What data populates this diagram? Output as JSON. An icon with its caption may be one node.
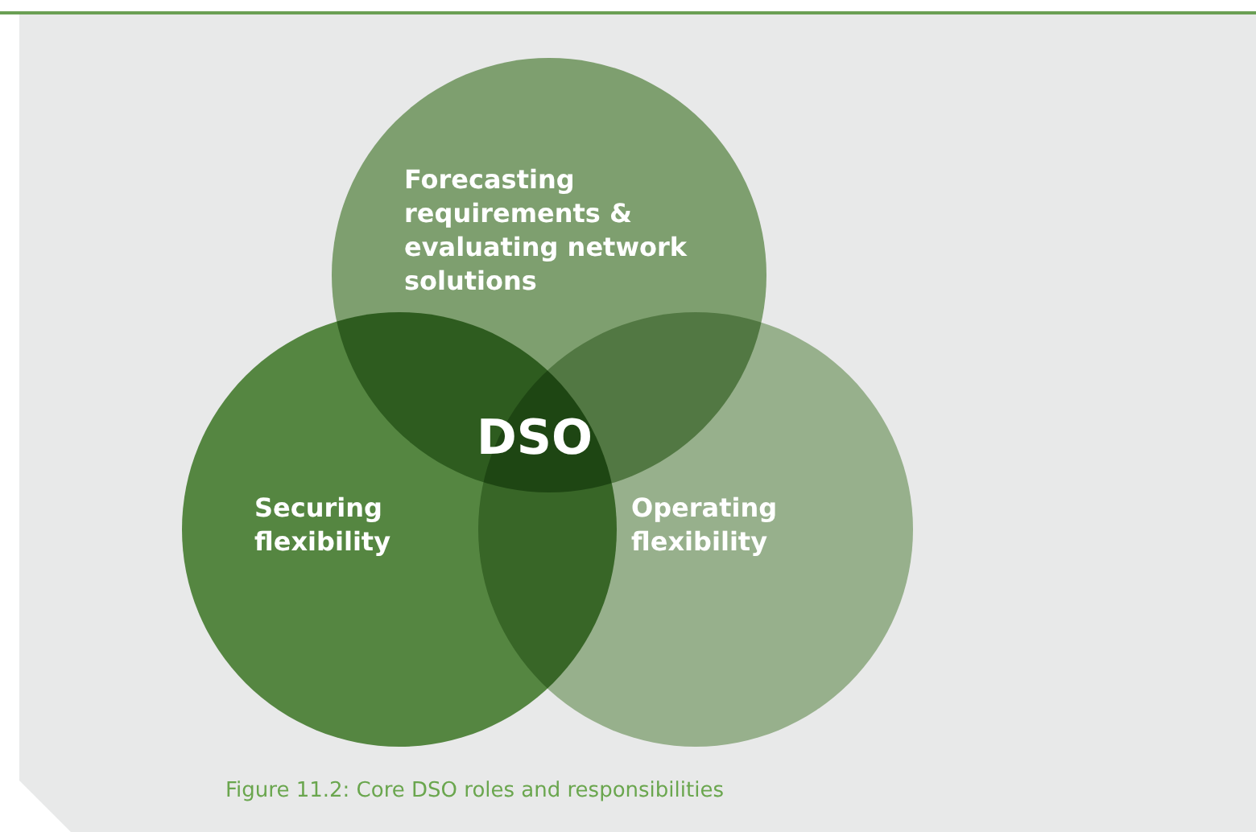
{
  "diagram": {
    "caption": "Figure 11.2: Core DSO roles and responsibilities",
    "nodes": [
      {
        "text": [
          "Forecasting requirements & evaluating network solutions"
        ]
      },
      {
        "text": [
          "Securing flexibility"
        ]
      },
      {
        "text": [
          "Operating flexibility"
        ]
      }
    ],
    "edges": [],
    "labels": [
      "DSO"
    ]
  }
}
